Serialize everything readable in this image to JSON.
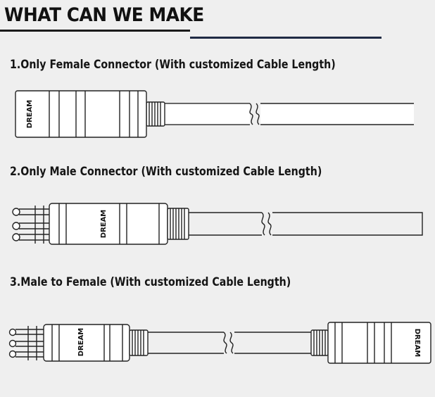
{
  "header": {
    "title": "WHAT CAN WE MAKE"
  },
  "sections": [
    {
      "heading": "1.Only Female Connector (With customized Cable Length)"
    },
    {
      "heading": "2.Only Male Connector (With customized Cable Length)"
    },
    {
      "heading": "3.Male to Female (With customized Cable Length)"
    }
  ],
  "brand": {
    "mark": "DREAM"
  }
}
